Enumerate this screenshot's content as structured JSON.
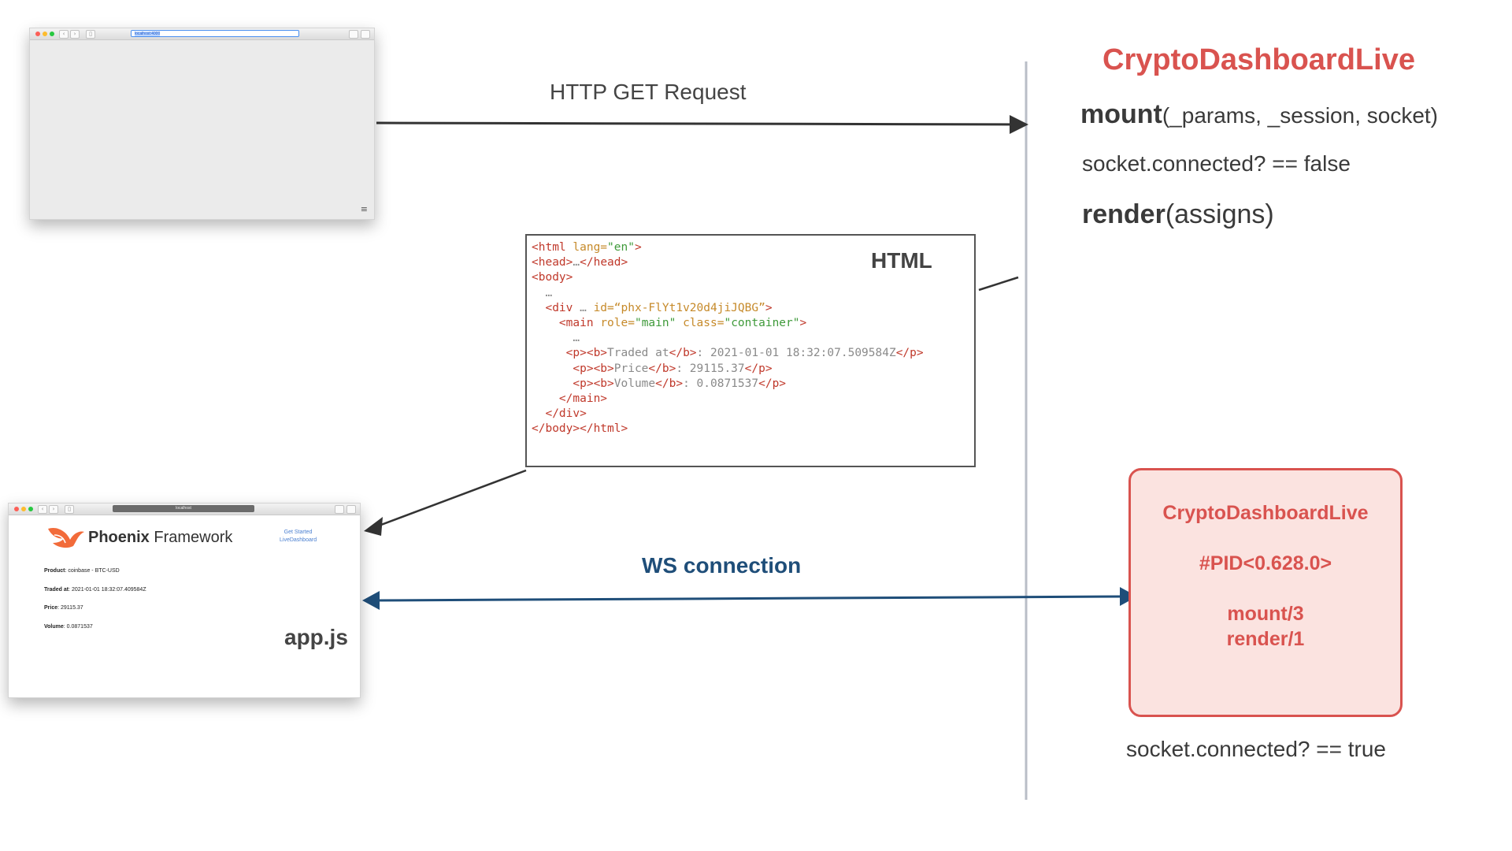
{
  "http_request": {
    "label": "HTTP GET Request"
  },
  "browser_top": {
    "url": "localhost:4000"
  },
  "html_box": {
    "heading": "HTML",
    "lines": [
      [
        [
          "t",
          "<html "
        ],
        [
          "a",
          "lang="
        ],
        [
          "v",
          "\"en\""
        ],
        [
          "t",
          ">"
        ]
      ],
      [
        [
          "t",
          "<head>"
        ],
        [
          "x",
          "…"
        ],
        [
          "t",
          "</head>"
        ]
      ],
      [
        [
          "t",
          "<body>"
        ]
      ],
      [
        [
          "x",
          "  …"
        ]
      ],
      [
        [
          "t",
          "  <div "
        ],
        [
          "x",
          "… "
        ],
        [
          "a",
          "id="
        ],
        [
          "a",
          "“phx-FlYt1v20d4jiJQBG”"
        ],
        [
          "t",
          ">"
        ]
      ],
      [
        [
          "t",
          "    <main "
        ],
        [
          "a",
          "role="
        ],
        [
          "v",
          "\"main\""
        ],
        [
          "a",
          " class="
        ],
        [
          "v",
          "\"container\""
        ],
        [
          "t",
          ">"
        ]
      ],
      [
        [
          "x",
          "      …"
        ]
      ],
      [
        [
          "t",
          "     <p><b>"
        ],
        [
          "x",
          "Traded at"
        ],
        [
          "t",
          "</b>"
        ],
        [
          "x",
          ": 2021-01-01 18:32:07.509584Z"
        ],
        [
          "t",
          "</p>"
        ]
      ],
      [
        [
          "t",
          "      <p><b>"
        ],
        [
          "x",
          "Price"
        ],
        [
          "t",
          "</b>"
        ],
        [
          "x",
          ": 29115.37"
        ],
        [
          "t",
          "</p>"
        ]
      ],
      [
        [
          "t",
          "      <p><b>"
        ],
        [
          "x",
          "Volume"
        ],
        [
          "t",
          "</b>"
        ],
        [
          "x",
          ": 0.0871537"
        ],
        [
          "t",
          "</p>"
        ]
      ],
      [
        [
          "t",
          "    </main>"
        ]
      ],
      [
        [
          "t",
          "  </div>"
        ]
      ],
      [
        [
          "t",
          "</body></html>"
        ]
      ]
    ]
  },
  "server": {
    "title": "CryptoDashboardLive",
    "mount_fn": "mount",
    "mount_args": "(_params, _session, socket)",
    "connected_false": "socket.connected? == false",
    "render_fn": "render",
    "render_args": "(assigns)"
  },
  "browser_bottom": {
    "url": "localhost",
    "brand_bold": "Phoenix",
    "brand_rest": " Framework",
    "nav_links": [
      "Get Started",
      "LiveDashboard"
    ],
    "fields": [
      {
        "label": "Product",
        "value": ": coinbase - BTC-USD"
      },
      {
        "label": "Traded at",
        "value": ": 2021-01-01 18:32:07.409584Z"
      },
      {
        "label": "Price",
        "value": ": 29115.37"
      },
      {
        "label": "Volume",
        "value": ": 0.0871537"
      }
    ],
    "script_label": "app.js"
  },
  "ws": {
    "label": "WS connection"
  },
  "process": {
    "module": "CryptoDashboardLive",
    "pid": "#PID<0.628.0>",
    "callbacks": [
      "mount/3",
      "render/1"
    ]
  },
  "connected_true": "socket.connected? == true",
  "colors": {
    "accent_red": "#d9534f",
    "ws_blue": "#1f4e79",
    "dark_arrow": "#333333"
  }
}
